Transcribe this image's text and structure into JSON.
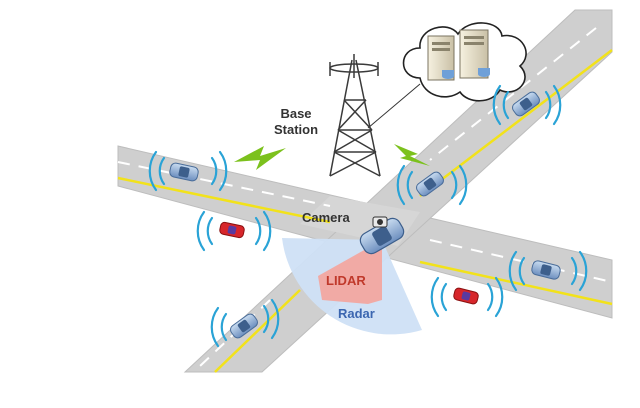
{
  "labels": {
    "base_station": [
      "Base",
      "Station"
    ],
    "camera": "Camera",
    "lidar": "LIDAR",
    "radar": "Radar"
  },
  "colors": {
    "road": "#cfcfcf",
    "road_edge": "#bdbdbd",
    "lane_yellow": "#f2e21a",
    "lane_white": "#ffffff",
    "wave": "#2aa3d6",
    "radar_zone": "#cfe0f6",
    "lidar_zone": "#f2a6a0",
    "radar_text": "#3b66b0",
    "lidar_text": "#c0392b",
    "vehicle_blue": "#8fb0d6",
    "vehicle_red": "#d7262b",
    "bolt": "#7cc11d",
    "tower": "#3a3a3a"
  },
  "icons": {
    "tower": "cell-tower-icon",
    "servers": "server-cloud-icon",
    "bolt": "lightning-bolt-icon",
    "vehicle": "car-icon",
    "camera": "camera-icon",
    "signal": "wireless-signal-icon"
  }
}
